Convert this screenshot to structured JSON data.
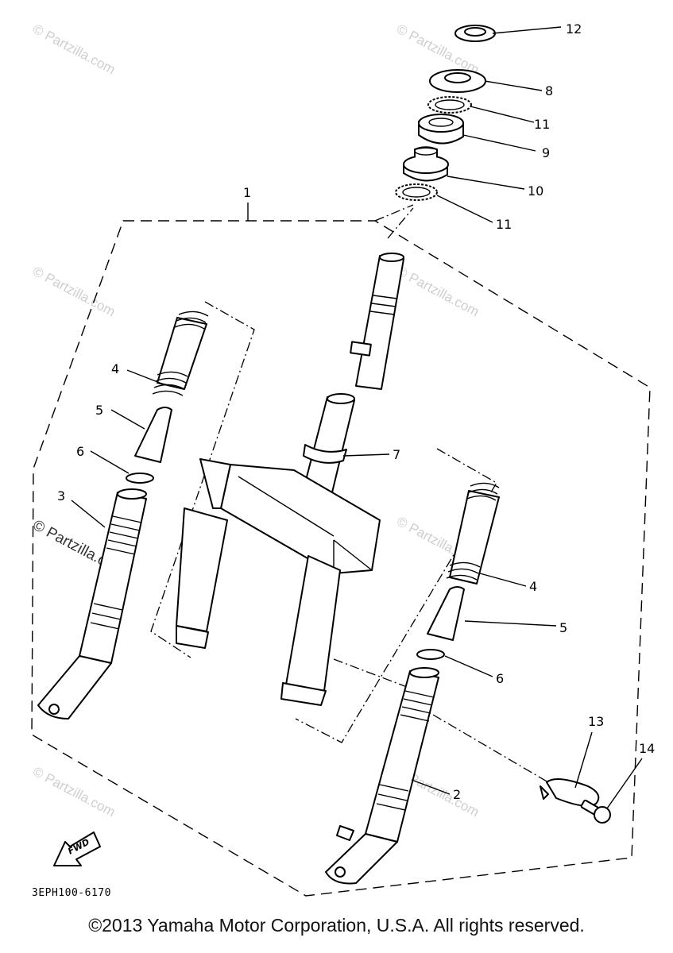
{
  "diagram": {
    "callouts": {
      "c1": "1",
      "c2": "2",
      "c3": "3",
      "c4a": "4",
      "c4b": "4",
      "c5a": "5",
      "c5b": "5",
      "c6a": "6",
      "c6b": "6",
      "c7": "7",
      "c8": "8",
      "c9": "9",
      "c10": "10",
      "c11a": "11",
      "c11b": "11",
      "c12": "12",
      "c13": "13",
      "c14": "14"
    },
    "fwd_label": "FWD",
    "diagram_code": "3EPH100-6170"
  },
  "watermark": {
    "text": "© Partzilla.com"
  },
  "footer": {
    "copyright": "©2013 Yamaha Motor Corporation, U.S.A. All rights reserved."
  }
}
